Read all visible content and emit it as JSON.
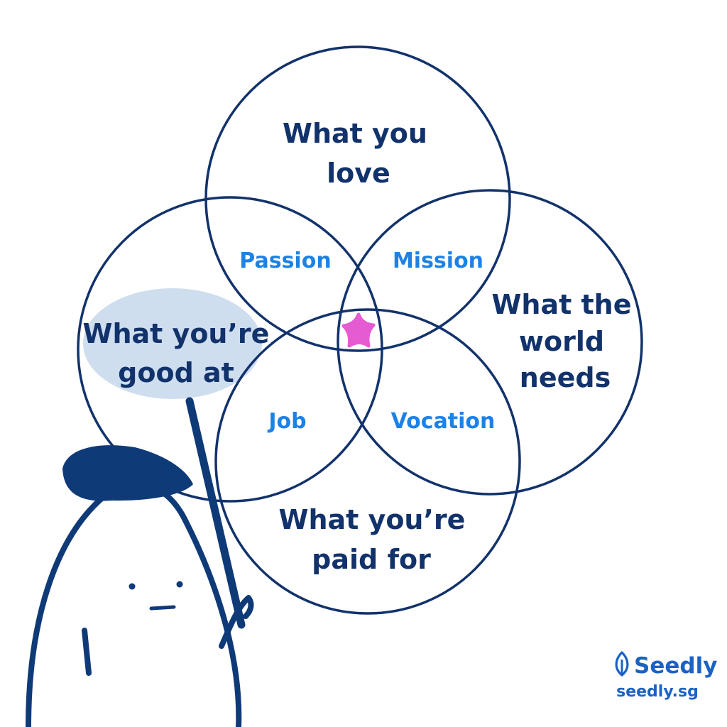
{
  "colors": {
    "outline": "#12326b",
    "circle_text": "#12326b",
    "overlap_text": "#1c82e6",
    "highlight": "#cfdeef",
    "star": "#e45bd2",
    "character": "#0f3a78",
    "brand": "#1b62c4"
  },
  "circles": {
    "love": {
      "line1": "What you",
      "line2": "love"
    },
    "world": {
      "line1": "What the",
      "line2": "world",
      "line3": "needs"
    },
    "good": {
      "line1": "What you’re",
      "line2": "good at"
    },
    "paid": {
      "line1": "What you’re",
      "line2": "paid for"
    }
  },
  "overlaps": {
    "passion": "Passion",
    "mission": "Mission",
    "job": "Job",
    "vocation": "Vocation"
  },
  "center_icon": "star-icon",
  "brand": {
    "logo_icon": "leaf-icon",
    "name": "Seedly",
    "url": "seedly.sg"
  }
}
